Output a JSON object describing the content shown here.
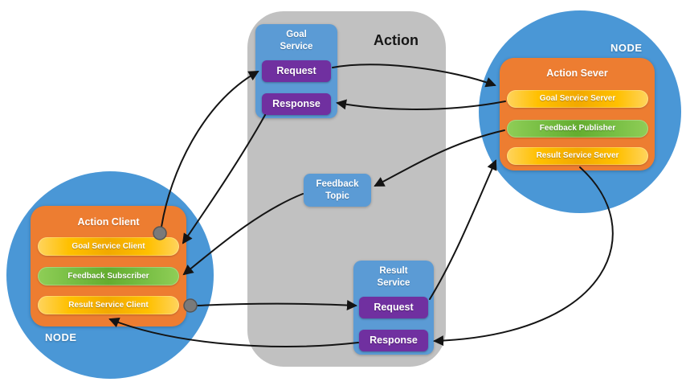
{
  "action": {
    "title": "Action",
    "goal_service": {
      "title": "Goal Service",
      "request": "Request",
      "response": "Response"
    },
    "feedback_topic": {
      "title": "Feedback Topic"
    },
    "result_service": {
      "title": "Result Service",
      "request": "Request",
      "response": "Response"
    }
  },
  "client_node": {
    "node_label": "NODE",
    "title": "Action Client",
    "pills": [
      {
        "label": "Goal Service Client"
      },
      {
        "label": "Feedback Subscriber"
      },
      {
        "label": "Result Service Client"
      }
    ]
  },
  "server_node": {
    "node_label": "NODE",
    "title": "Action Sever",
    "pills": [
      {
        "label": "Goal Service Server"
      },
      {
        "label": "Feedback Publisher"
      },
      {
        "label": "Result Service Server"
      }
    ]
  },
  "colors": {
    "circle_blue": "#4a97d6",
    "box_blue": "#5b9bd5",
    "container_gray": "#c1c1c1",
    "node_orange": "#ed7d31",
    "pill_gold": "#ffc000",
    "pill_green": "#77be43",
    "button_purple": "#7030a0",
    "arrow_black": "#141414"
  }
}
